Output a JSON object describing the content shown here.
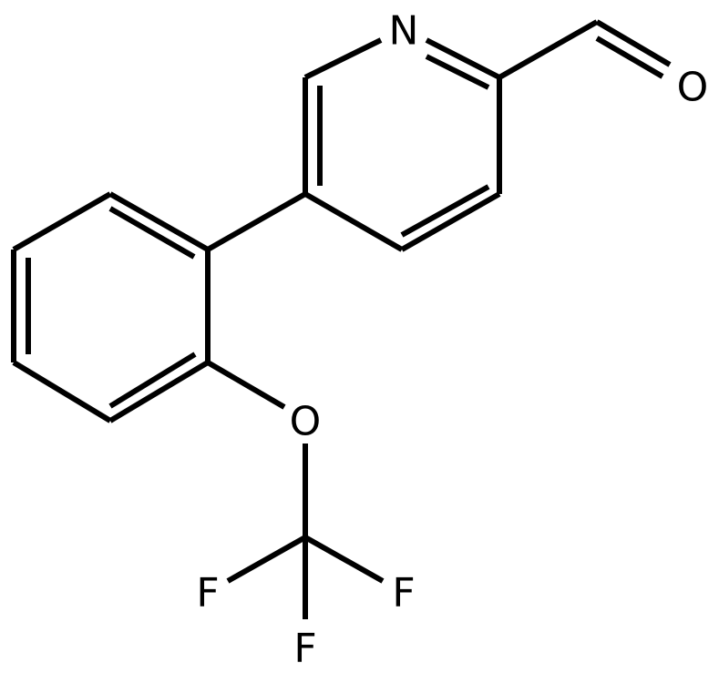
{
  "structure": {
    "atoms": {
      "N": "N",
      "O_aldehyde": "O",
      "O_ether": "O",
      "F_left": "F",
      "F_right": "F",
      "F_bottom": "F"
    },
    "colors": {
      "bond": "#000000",
      "label": "#000000",
      "background": "#ffffff"
    }
  }
}
